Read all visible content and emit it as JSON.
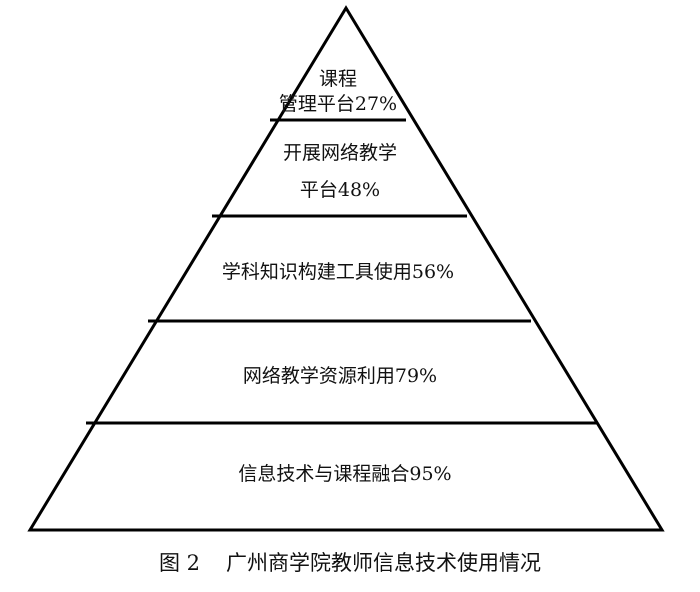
{
  "pyramid": {
    "levels": [
      {
        "lines": [
          "课程",
          "管理平台27%"
        ]
      },
      {
        "lines": [
          "开展网络教学",
          "平台48%"
        ]
      },
      {
        "lines": [
          "学科知识构建工具使用56%"
        ]
      },
      {
        "lines": [
          "网络教学资源利用79%"
        ]
      },
      {
        "lines": [
          "信息技术与课程融合95%"
        ]
      }
    ]
  },
  "caption": {
    "number": "图 2",
    "title": "广州商学院教师信息技术使用情况"
  }
}
